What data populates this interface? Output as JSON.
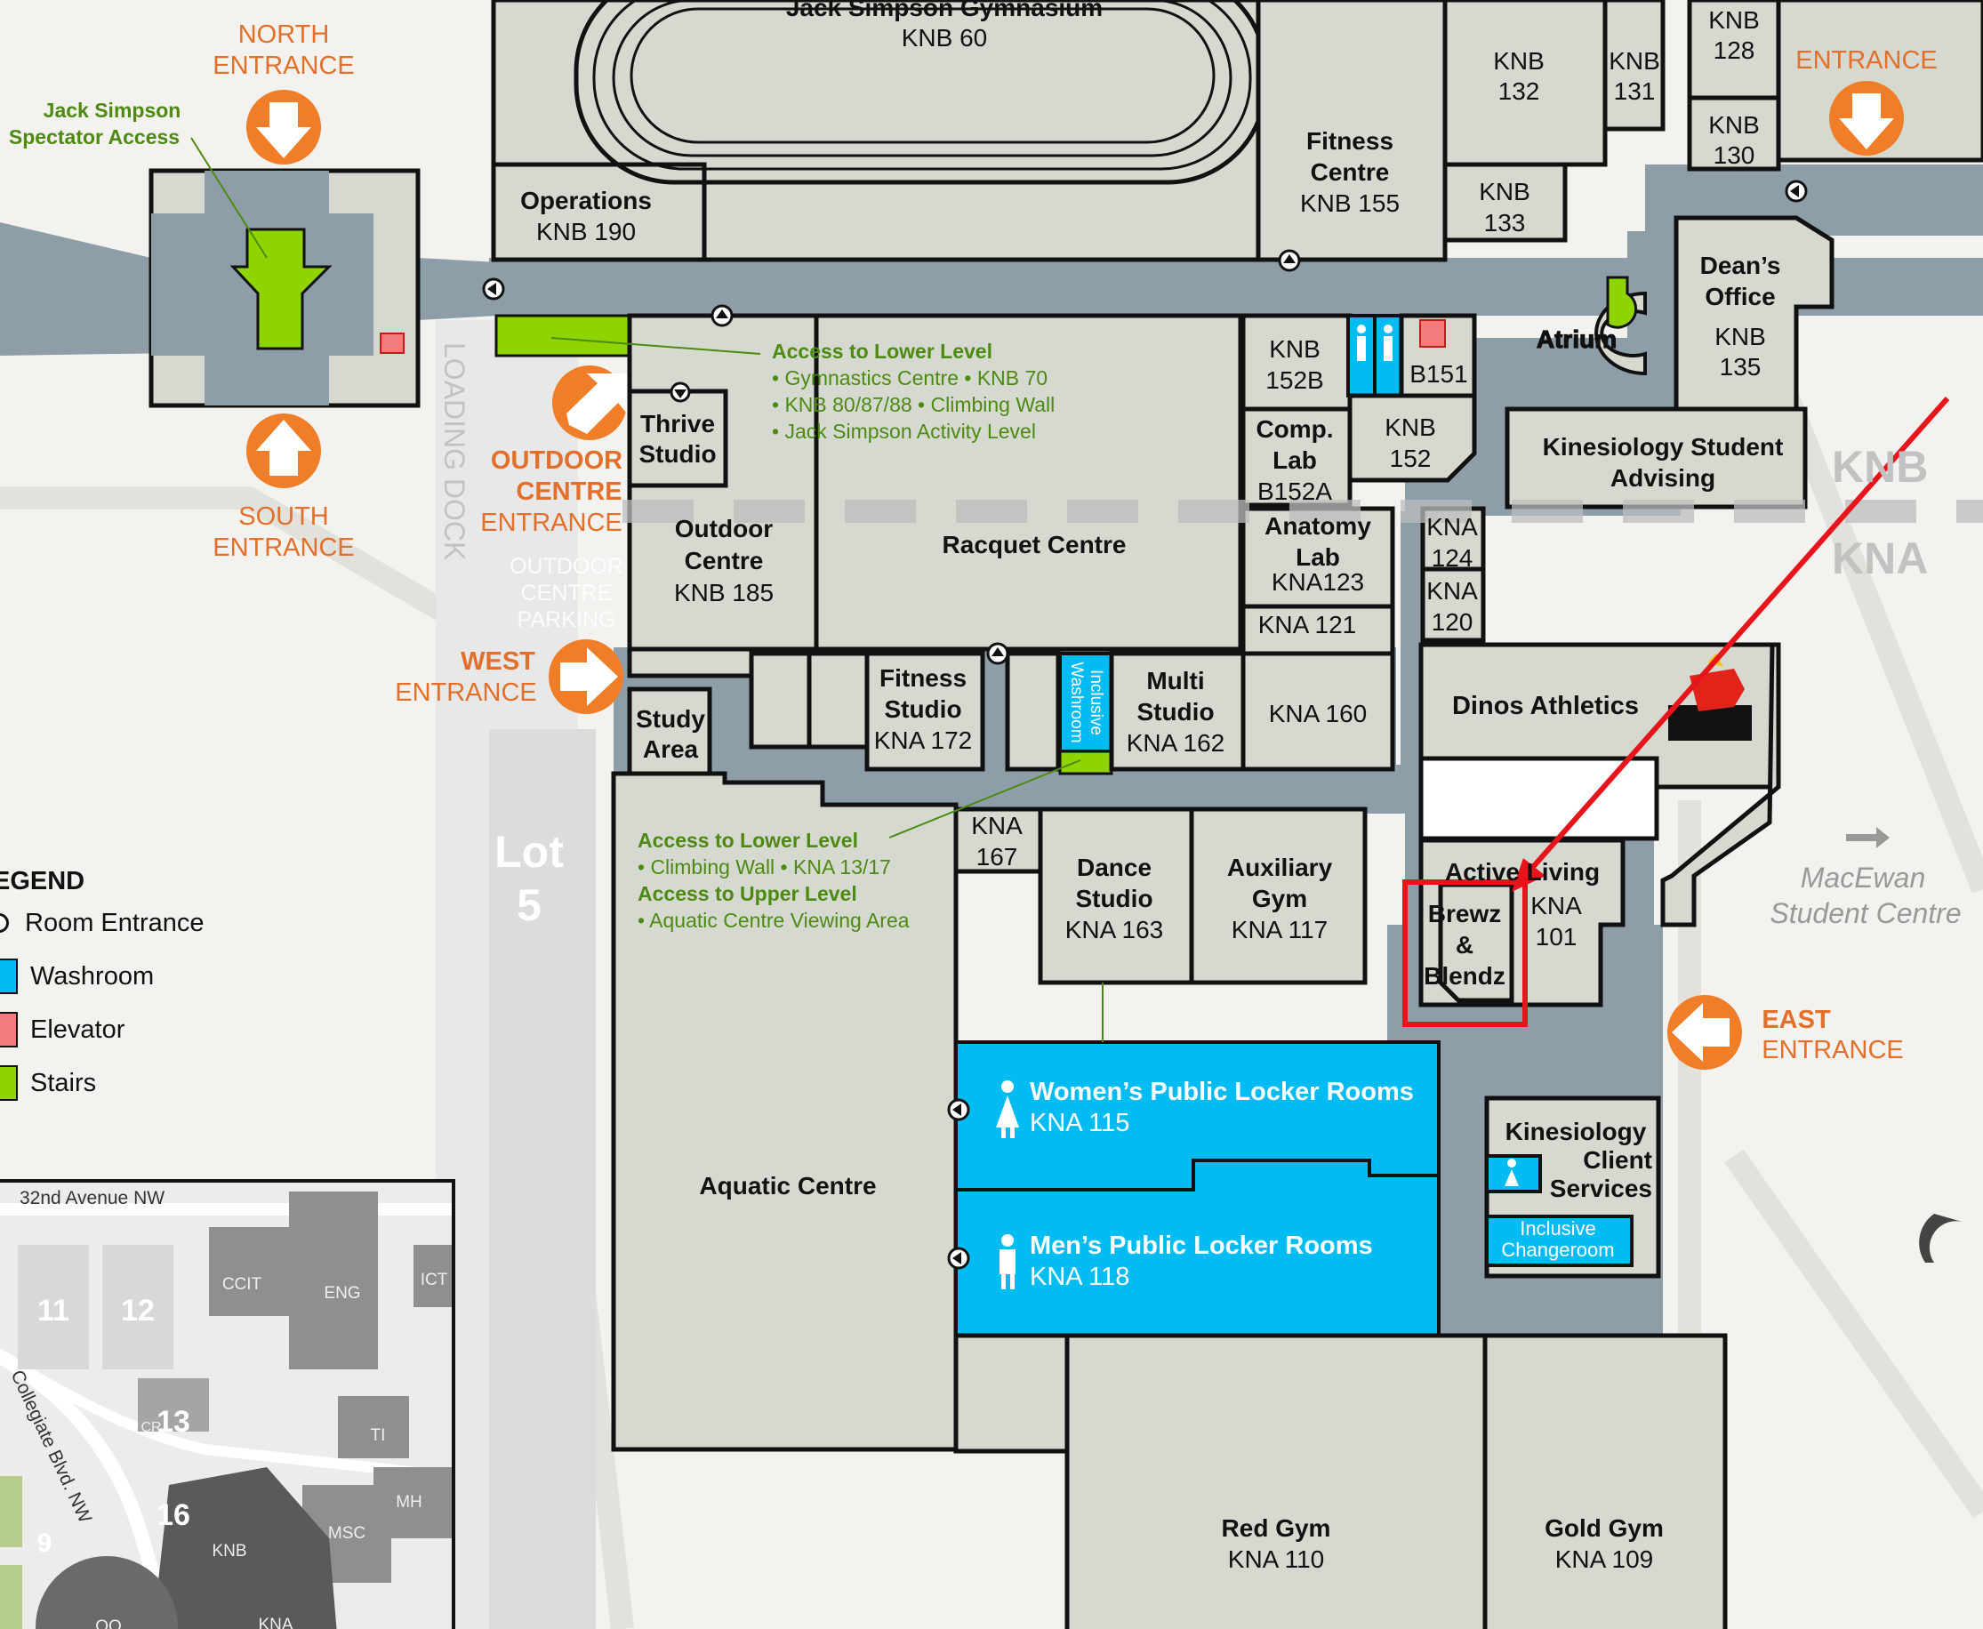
{
  "building_labels": {
    "gym": [
      "Jack Simpson Gymnasium",
      "KNB 60"
    ],
    "operations": [
      "Operations",
      "KNB 190"
    ],
    "fitness_centre": [
      "Fitness",
      "Centre",
      "KNB 155"
    ],
    "knb132": [
      "KNB",
      "132"
    ],
    "knb131": [
      "KNB",
      "131"
    ],
    "knb128": [
      "KNB",
      "128"
    ],
    "knb130": [
      "KNB",
      "130"
    ],
    "knb133": [
      "KNB",
      "133"
    ],
    "deans_office": [
      "Dean’s",
      "Office",
      "KNB",
      "135"
    ],
    "atrium": "Atrium",
    "knb152b": [
      "KNB",
      "152B"
    ],
    "b151": "B151",
    "comp_lab": [
      "Comp.",
      "Lab",
      "B152A"
    ],
    "knb152": [
      "KNB",
      "152"
    ],
    "kin_advising": [
      "Kinesiology Student",
      "Advising"
    ],
    "thrive": [
      "Thrive",
      "Studio"
    ],
    "outdoor_centre": [
      "Outdoor",
      "Centre",
      "KNB 185"
    ],
    "racquet": "Racquet Centre",
    "anatomy": [
      "Anatomy",
      "Lab",
      "KNA123"
    ],
    "kna124": [
      "KNA",
      "124"
    ],
    "kna120": [
      "KNA",
      "120"
    ],
    "kna121": "KNA 121",
    "fitness_studio": [
      "Fitness",
      "Studio",
      "KNA 172"
    ],
    "inclusive_washroom": [
      "Inclusive",
      "Washroom"
    ],
    "multi_studio": [
      "Multi",
      "Studio",
      "KNA 162"
    ],
    "kna160": "KNA 160",
    "study_area": [
      "Study",
      "Area"
    ],
    "dinos_athletics": "Dinos Athletics",
    "kna167": [
      "KNA",
      "167"
    ],
    "dance_studio": [
      "Dance",
      "Studio",
      "KNA 163"
    ],
    "aux_gym": [
      "Auxiliary",
      "Gym",
      "KNA 117"
    ],
    "active_living": "Active Living",
    "brewz": [
      "Brewz",
      "&",
      "Blendz"
    ],
    "kna101": [
      "KNA",
      "101"
    ],
    "womens_lockers": [
      "Women’s Public Locker Rooms",
      "KNA 115"
    ],
    "mens_lockers": [
      "Men’s Public Locker Rooms",
      "KNA 118"
    ],
    "aquatic": "Aquatic Centre",
    "kin_client": [
      "Kinesiology",
      "Client",
      "Services"
    ],
    "inclusive_changeroom": [
      "Inclusive",
      "Changeroom"
    ],
    "red_gym": [
      "Red Gym",
      "KNA 110"
    ],
    "gold_gym": [
      "Gold Gym",
      "KNA 109"
    ],
    "knb_divider": "KNB",
    "kna_divider": "KNA"
  },
  "entrances": {
    "north": [
      "NORTH",
      "ENTRANCE"
    ],
    "south": [
      "SOUTH",
      "ENTRANCE"
    ],
    "outdoor": [
      "OUTDOOR",
      "CENTRE",
      "ENTRANCE"
    ],
    "west": [
      "WEST",
      "ENTRANCE"
    ],
    "east": [
      "EAST",
      "ENTRANCE"
    ],
    "northeast": "ENTRANCE"
  },
  "annotations": {
    "spectator": [
      "Jack Simpson",
      "Spectator Access"
    ],
    "lower_access_1": {
      "title": "Access to Lower Level",
      "items": [
        "• Gymnastics Centre • KNB 70",
        "• KNB 80/87/88 • Climbing Wall",
        "• Jack Simpson Activity Level"
      ]
    },
    "lower_access_2": {
      "title": "Access to Lower Level",
      "items": [
        "• Climbing Wall • KNA 13/17"
      ]
    },
    "upper_access": {
      "title": "Access to Upper Level",
      "items": [
        "• Aquatic Centre Viewing Area"
      ]
    }
  },
  "surroundings": {
    "loading_dock": "LOADING DOCK",
    "outdoor_parking": [
      "OUTDOOR",
      "CENTRE",
      "PARKING"
    ],
    "lot": [
      "Lot",
      "5"
    ],
    "macewan": [
      "MacEwan",
      "Student Centre"
    ]
  },
  "legend": {
    "title": "EGEND",
    "items": [
      {
        "label": "Room Entrance",
        "swatch": "entrance"
      },
      {
        "label": "Washroom",
        "color": "#00bcf2"
      },
      {
        "label": "Elevator",
        "color": "#f47b7b"
      },
      {
        "label": "Stairs",
        "color": "#8fd400"
      }
    ]
  },
  "inset_map": {
    "street": "32nd Avenue NW",
    "road": "Collegiate Blvd. NW",
    "lots": [
      "11",
      "12",
      "13",
      "16",
      "9"
    ],
    "buildings": [
      "CCIT",
      "ENG",
      "ICT",
      "TI",
      "MH",
      "MSC",
      "KNB",
      "KNA",
      "OO",
      "CR"
    ]
  },
  "colors": {
    "hallway": "#8e9ea9",
    "room": "#d5d9d0",
    "washroom": "#00bcf2",
    "stairs": "#8fd400",
    "elevator": "#f47b7b",
    "entrance": "#f07d28",
    "highlight": "#e8141b"
  },
  "icons": [
    "arrow-down-icon",
    "arrow-up-icon",
    "arrow-right-icon",
    "arrow-left-icon",
    "arrow-diagonal-icon",
    "room-entrance-icon",
    "person-icon",
    "dinos-logo"
  ]
}
